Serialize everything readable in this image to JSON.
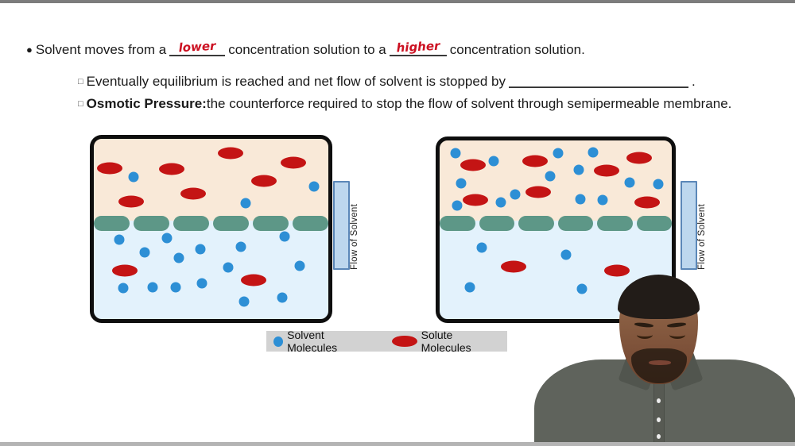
{
  "page": {
    "top_bar_color": "#7c7c7c",
    "bottom_bar_color": "#b4b4b4",
    "background": "#ffffff"
  },
  "notes": {
    "bullet_glyph": "●",
    "square_glyph": "□",
    "line1": {
      "pre": "Solvent moves from a",
      "blank1_answer": "lower",
      "mid": "concentration solution to a",
      "blank2_answer": "higher",
      "post": "concentration solution."
    },
    "line2": {
      "text": "Eventually equilibrium is reached and net flow of solvent is stopped by",
      "suffix": "."
    },
    "line3": {
      "bold": "Osmotic Pressure:",
      "text": "the counterforce required to stop the flow of solvent through semipermeable membrane."
    }
  },
  "flow_label": "Flow of Solvent",
  "legend": {
    "items": [
      {
        "swatch": "solvent-dot",
        "label": "Solvent Molecules"
      },
      {
        "swatch": "solute-oval",
        "label": "Solute Molecules"
      }
    ]
  },
  "colors": {
    "solvent_molecule": "#2d8fd5",
    "solute_molecule": "#c41414",
    "membrane": "#5d9787",
    "top_solution_bg": "#f9e9d8",
    "bottom_solution_bg": "#e3f2fc",
    "handwriting_red": "#cc1122",
    "flow_tab_fill": "#bdd7ee",
    "flow_tab_border": "#5b87b8",
    "legend_bg": "#d2d2d2"
  },
  "diagrams": {
    "left": {
      "membrane_segments": 6,
      "top_solutes": [
        [
          25,
          42
        ],
        [
          103,
          43
        ],
        [
          177,
          23
        ],
        [
          256,
          35
        ],
        [
          219,
          58
        ],
        [
          52,
          84
        ],
        [
          130,
          74
        ]
      ],
      "top_solvents": [
        [
          55,
          53
        ],
        [
          196,
          86
        ],
        [
          282,
          65
        ]
      ],
      "bottom_solutes": [
        [
          44,
          171
        ],
        [
          206,
          183
        ]
      ],
      "bottom_solvents": [
        [
          37,
          132
        ],
        [
          97,
          130
        ],
        [
          245,
          128
        ],
        [
          69,
          148
        ],
        [
          139,
          144
        ],
        [
          190,
          141
        ],
        [
          112,
          155
        ],
        [
          174,
          167
        ],
        [
          264,
          165
        ],
        [
          42,
          193
        ],
        [
          79,
          192
        ],
        [
          108,
          192
        ],
        [
          141,
          187
        ],
        [
          194,
          210
        ],
        [
          242,
          205
        ]
      ]
    },
    "right": {
      "membrane_segments": 6,
      "top_solutes": [
        [
          47,
          36
        ],
        [
          125,
          31
        ],
        [
          215,
          43
        ],
        [
          256,
          27
        ],
        [
          129,
          70
        ],
        [
          50,
          80
        ],
        [
          266,
          83
        ]
      ],
      "top_solvents": [
        [
          25,
          21
        ],
        [
          73,
          31
        ],
        [
          154,
          21
        ],
        [
          198,
          20
        ],
        [
          180,
          42
        ],
        [
          144,
          50
        ],
        [
          32,
          59
        ],
        [
          244,
          58
        ],
        [
          280,
          60
        ],
        [
          100,
          73
        ],
        [
          82,
          83
        ],
        [
          182,
          79
        ],
        [
          210,
          80
        ],
        [
          27,
          87
        ]
      ],
      "bottom_solutes": [
        [
          98,
          164
        ],
        [
          228,
          169
        ]
      ],
      "bottom_solvents": [
        [
          58,
          140
        ],
        [
          164,
          149
        ],
        [
          43,
          190
        ],
        [
          184,
          192
        ]
      ]
    }
  }
}
